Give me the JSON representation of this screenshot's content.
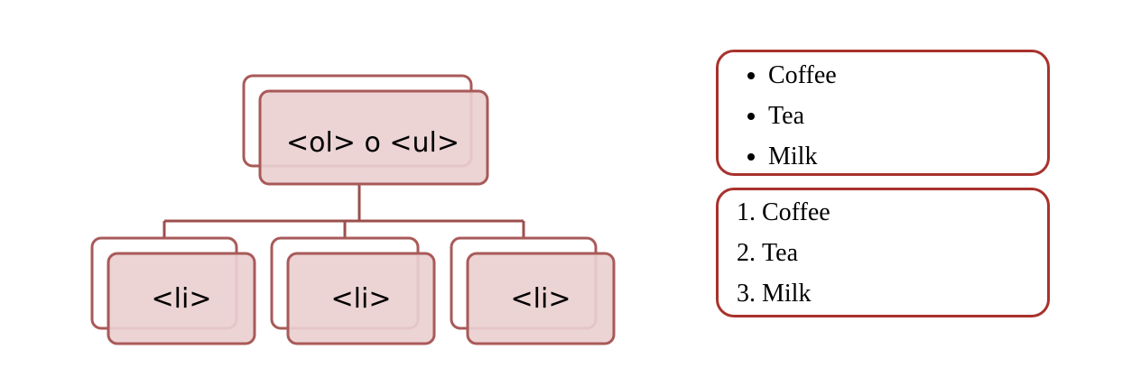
{
  "tree": {
    "root_label": "<ol> o <ul>",
    "child_labels": [
      "<li>",
      "<li>",
      "<li>"
    ],
    "colors": {
      "node_fill": "#eacfd0",
      "node_border": "#a85a58",
      "connector": "#9c4f4c"
    }
  },
  "lists": {
    "unordered": {
      "items": [
        "Coffee",
        "Tea",
        "Milk"
      ]
    },
    "ordered": {
      "items": [
        "Coffee",
        "Tea",
        "Milk"
      ]
    },
    "colors": {
      "border": "#a8322c"
    }
  }
}
